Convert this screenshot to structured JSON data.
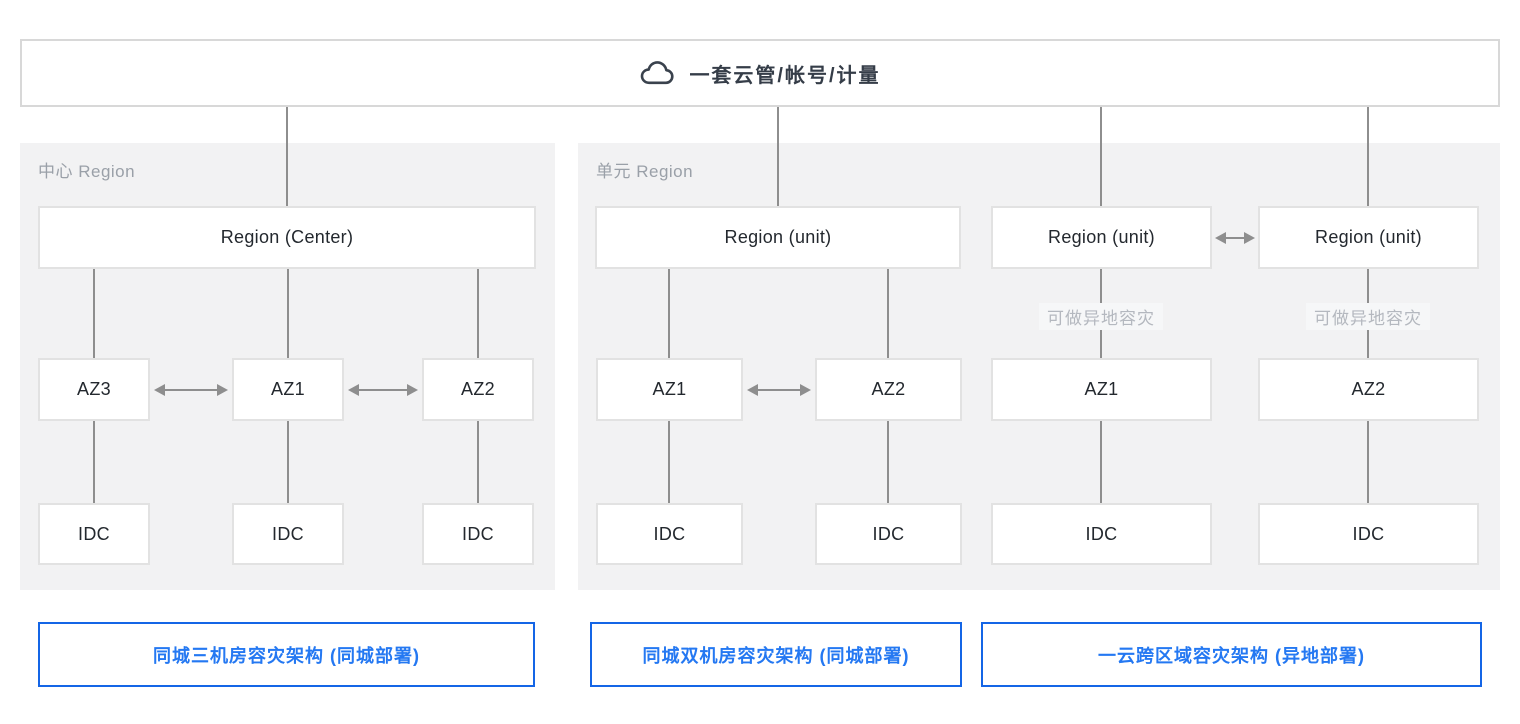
{
  "header": {
    "title": "一套云管/帐号/计量"
  },
  "panels": {
    "center": {
      "label": "中心 Region",
      "region": "Region (Center)",
      "az": [
        "AZ3",
        "AZ1",
        "AZ2"
      ],
      "idc": [
        "IDC",
        "IDC",
        "IDC"
      ]
    },
    "unit": {
      "label": "单元 Region",
      "region1": "Region (unit)",
      "region2": "Region (unit)",
      "region3": "Region (unit)",
      "az": [
        "AZ1",
        "AZ2",
        "AZ1",
        "AZ2"
      ],
      "idc": [
        "IDC",
        "IDC",
        "IDC",
        "IDC"
      ],
      "note1": "可做异地容灾",
      "note2": "可做异地容灾"
    }
  },
  "footer_buttons": [
    {
      "label": "同城三机房容灾架构 (同城部署)"
    },
    {
      "label": "同城双机房容灾架构 (同城部署)"
    },
    {
      "label": "一云跨区域容灾架构 (异地部署)"
    }
  ],
  "colors": {
    "accent_blue_border": "#1465e6",
    "accent_blue_text": "#2478f2",
    "panel_gray": "#f2f2f3",
    "line_gray": "#8e8e8e",
    "box_border_gray": "#e2e2e2",
    "muted_label_gray": "#9aa0a8",
    "note_gray": "#b4b8bf"
  }
}
